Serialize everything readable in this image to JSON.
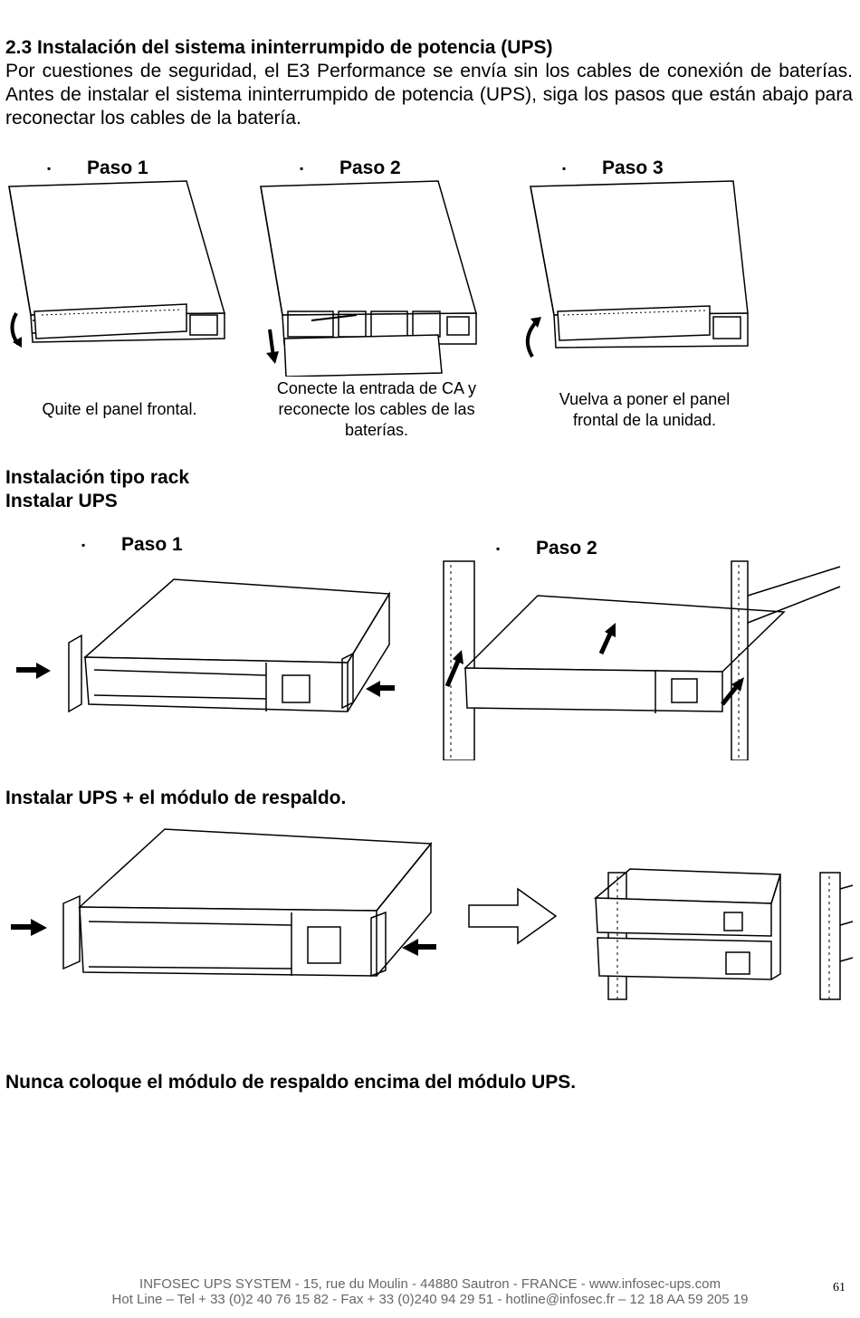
{
  "section_title": "2.3 Instalación del sistema ininterrumpido de potencia (UPS)",
  "intro": "Por cuestiones de seguridad, el E3 Performance se envía sin los cables de conexión de baterías. Antes de instalar el sistema ininterrumpido de potencia (UPS), siga los pasos que están abajo para reconectar los cables de la batería.",
  "bullet": "▪",
  "steps_top": [
    {
      "label": "Paso 1",
      "caption": "Quite el panel frontal."
    },
    {
      "label": "Paso 2",
      "caption": "Conecte la entrada de CA y reconecte los cables de las baterías."
    },
    {
      "label": "Paso 3",
      "caption": "Vuelva a poner el panel frontal de la unidad."
    }
  ],
  "rack_heading": "Instalación tipo rack",
  "install_ups_heading": "Instalar UPS",
  "rack_steps": [
    {
      "label": "Paso 1"
    },
    {
      "label": "Paso 2"
    }
  ],
  "backup_heading": "Instalar UPS + el módulo de respaldo.",
  "warning": "Nunca coloque el módulo de respaldo encima del módulo UPS.",
  "footer": {
    "line1": "INFOSEC UPS SYSTEM - 15, rue du Moulin - 44880 Sautron - FRANCE - www.infosec-ups.com",
    "line2": "Hot Line – Tel + 33 (0)2 40 76 15 82 - Fax + 33 (0)240 94 29 51 - hotline@infosec.fr – 12 18 AA 59 205 19",
    "page_number": "61"
  }
}
